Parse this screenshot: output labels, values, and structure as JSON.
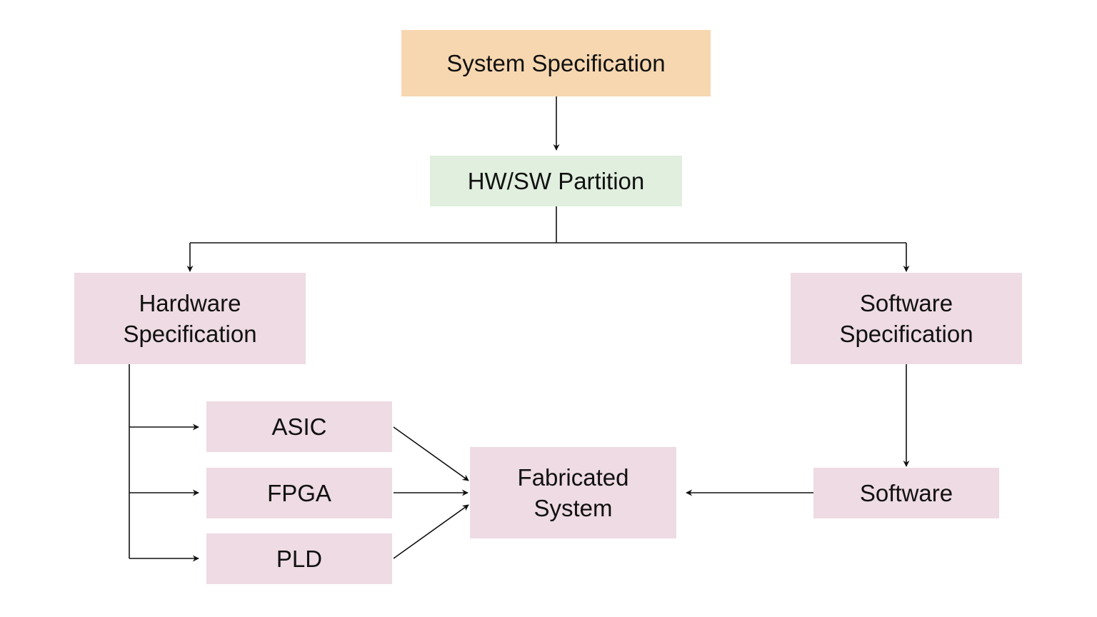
{
  "diagram": {
    "nodes": {
      "system_spec": "System Specification",
      "partition": "HW/SW Partition",
      "hw_spec": "Hardware\nSpecification",
      "sw_spec": "Software\nSpecification",
      "asic": "ASIC",
      "fpga": "FPGA",
      "pld": "PLD",
      "fabricated": "Fabricated\nSystem",
      "software": "Software"
    },
    "edges": [
      {
        "from": "system_spec",
        "to": "partition"
      },
      {
        "from": "partition",
        "to": "hw_spec"
      },
      {
        "from": "partition",
        "to": "sw_spec"
      },
      {
        "from": "hw_spec",
        "to": "asic"
      },
      {
        "from": "hw_spec",
        "to": "fpga"
      },
      {
        "from": "hw_spec",
        "to": "pld"
      },
      {
        "from": "asic",
        "to": "fabricated"
      },
      {
        "from": "fpga",
        "to": "fabricated"
      },
      {
        "from": "pld",
        "to": "fabricated"
      },
      {
        "from": "sw_spec",
        "to": "software"
      },
      {
        "from": "software",
        "to": "fabricated"
      }
    ],
    "colors": {
      "system_spec": "#f7d7b0",
      "partition": "#e0efde",
      "specs_and_targets": "#eedbe3",
      "edges": "#111111"
    }
  }
}
